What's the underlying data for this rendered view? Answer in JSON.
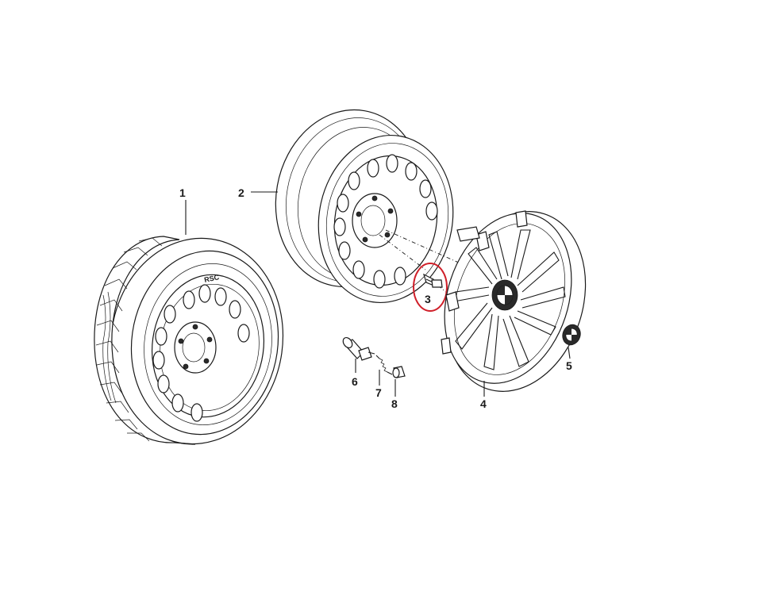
{
  "diagram": {
    "callouts": [
      {
        "id": "1",
        "label": "1"
      },
      {
        "id": "2",
        "label": "2"
      },
      {
        "id": "3",
        "label": "3"
      },
      {
        "id": "4",
        "label": "4"
      },
      {
        "id": "5",
        "label": "5"
      },
      {
        "id": "6",
        "label": "6"
      },
      {
        "id": "7",
        "label": "7"
      },
      {
        "id": "8",
        "label": "8"
      }
    ],
    "tyre_sidewall_text": "RSC",
    "highlighted_part": "3",
    "colors": {
      "line": "#1a1a1a",
      "highlight": "#d0202a",
      "background": "#ffffff"
    }
  }
}
